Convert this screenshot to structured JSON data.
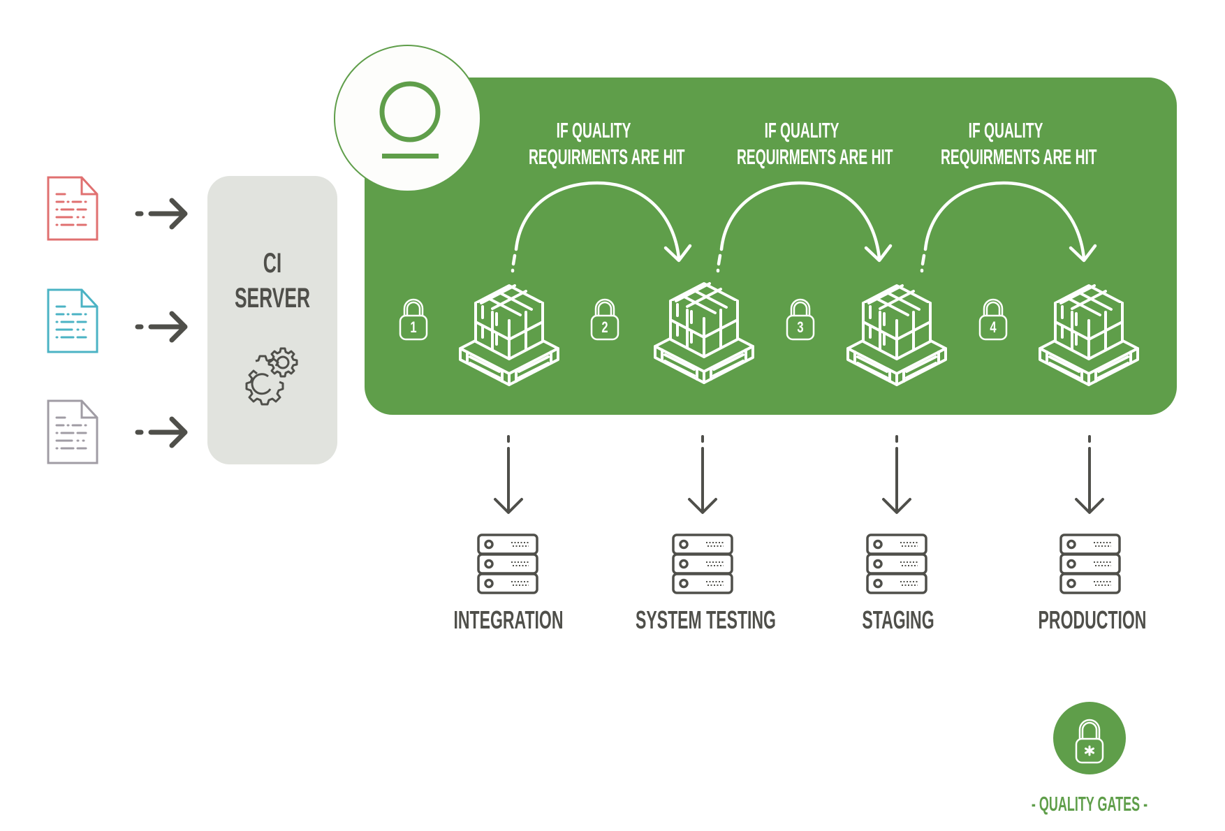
{
  "sources": [
    {
      "name": "source-file-1",
      "color": "#e07070"
    },
    {
      "name": "source-file-2",
      "color": "#4bb3c4"
    },
    {
      "name": "source-file-3",
      "color": "#a09ca4"
    }
  ],
  "ci_server": {
    "line1": "CI",
    "line2": "SERVER",
    "icon": "gears-icon"
  },
  "badge": {
    "icon": "user-icon"
  },
  "gate_condition": {
    "line1": "IF QUALITY",
    "line2": "REQUIRMENTS ARE HIT"
  },
  "gates": [
    {
      "number": "1"
    },
    {
      "number": "2"
    },
    {
      "number": "3"
    },
    {
      "number": "4"
    }
  ],
  "environments": [
    {
      "label": "INTEGRATION",
      "icon": "server-icon"
    },
    {
      "label": "SYSTEM TESTING",
      "icon": "server-icon"
    },
    {
      "label": "STAGING",
      "icon": "server-icon"
    },
    {
      "label": "PRODUCTION",
      "icon": "server-icon"
    }
  ],
  "legend": {
    "label": "- QUALITY GATES -",
    "icon": "lock-asterisk-icon"
  },
  "colors": {
    "brand_green": "#5f9e4a",
    "dark_gray": "#4f4f4a",
    "ci_box": "#e1e3de",
    "white": "#ffffff"
  }
}
